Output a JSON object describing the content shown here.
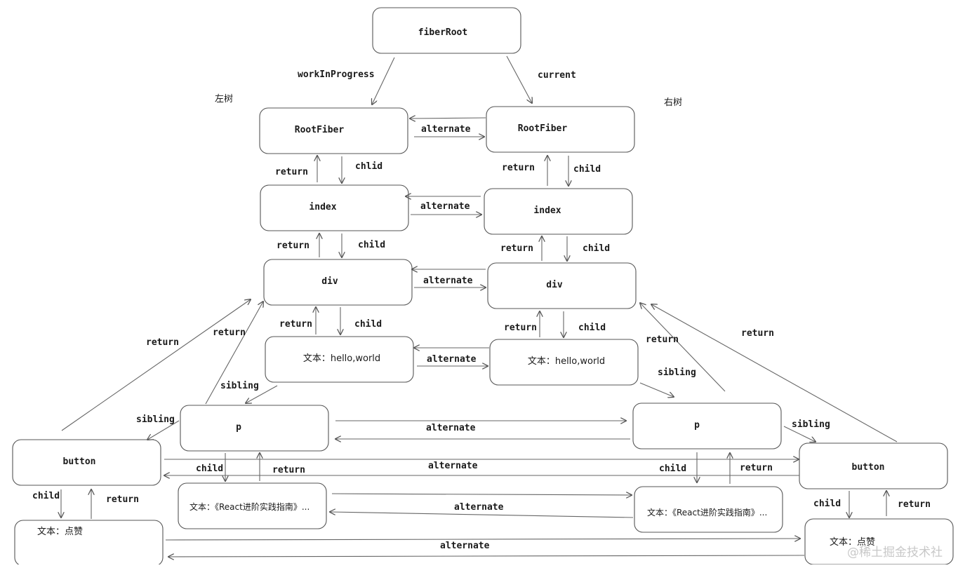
{
  "nodes": {
    "fiberRoot": "fiberRoot",
    "l_rootfiber": "RootFiber",
    "r_rootfiber": "RootFiber",
    "l_index": "index",
    "r_index": "index",
    "l_div": "div",
    "r_div": "div",
    "l_text_hello": "文本：hello,world",
    "r_text_hello": "文本：hello,world",
    "l_p": "p",
    "r_p": "p",
    "l_button": "button",
    "r_button": "button",
    "l_text_react": "文本：《React进阶实践指南》...",
    "r_text_react": "文本：《React进阶实践指南》...",
    "l_text_like": "文本：点赞",
    "r_text_like": "文本：点赞"
  },
  "labels": {
    "workInProgress": "workInProgress",
    "current": "current",
    "left_tree": "左树",
    "right_tree": "右树",
    "alternate": "alternate",
    "return": "return",
    "child": "child",
    "chlid": "chlid",
    "sibling": "sibling"
  },
  "watermark": "@稀土掘金技术社"
}
